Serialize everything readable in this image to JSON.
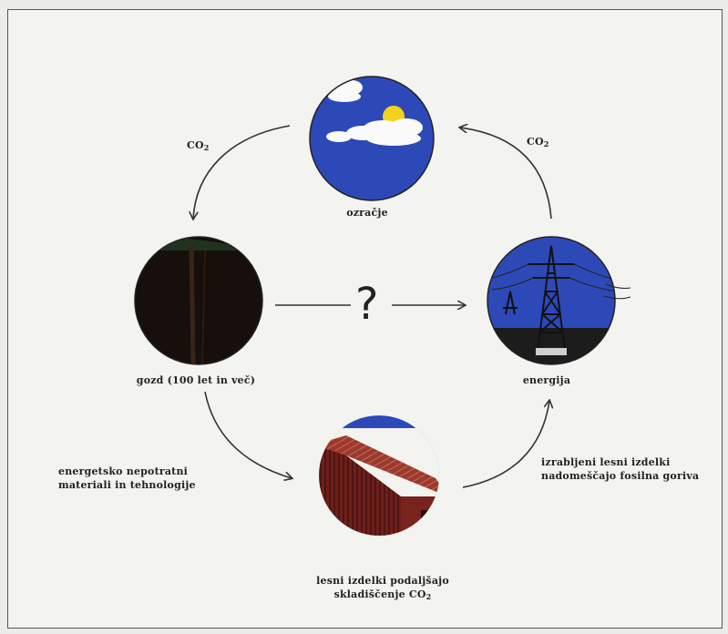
{
  "nodes": {
    "atmosphere": {
      "label": "ozračje"
    },
    "forest": {
      "label": "gozd (100 let in več)"
    },
    "energy": {
      "label": "energija"
    },
    "products": {
      "label_line1": "lesni izdelki podaljšajo",
      "label_line2": "skladiščenje CO",
      "label_line2_sub": "2"
    }
  },
  "arrows": {
    "top_left": {
      "label": "CO",
      "sub": "2"
    },
    "top_right": {
      "label": "CO",
      "sub": "2"
    },
    "middle": {
      "label": "?"
    },
    "bottom_left": {
      "line1": "energetsko nepotratni",
      "line2": "materiali in tehnologije"
    },
    "bottom_right": {
      "line1": "izrabljeni lesni izdelki",
      "line2": "nadomeščajo fosilna goriva"
    }
  },
  "colors": {
    "sky_blue": "#2d49b8",
    "sun": "#f2d21c",
    "forest_dark": "#160f0c",
    "house_red": "#8a2a22",
    "arrow": "#333333"
  }
}
